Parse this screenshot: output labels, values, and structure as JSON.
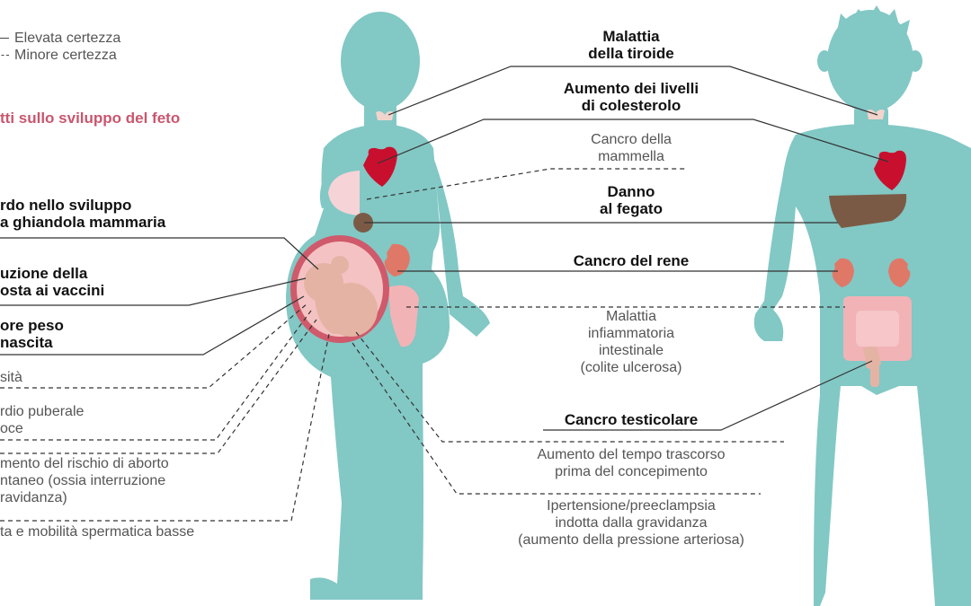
{
  "legend": {
    "high": "Elevata certezza",
    "low": "Minore certezza"
  },
  "fetal_section_title": "tti sullo sviluppo del feto",
  "labels_left": {
    "mammary": [
      "rdo nello sviluppo",
      "a ghiandola mammaria"
    ],
    "vaccines": [
      "uzione della",
      "osta ai vaccini"
    ],
    "weight": [
      "ore peso",
      "nascita"
    ],
    "obesity": [
      "sità"
    ],
    "puberty": [
      "rdio puberale",
      "oce"
    ],
    "miscarriage": [
      "mento del rischio di aborto",
      "ntaneo (ossia interruzione",
      "ravidanza)"
    ],
    "sperm": [
      "ta e mobilità spermatica basse"
    ]
  },
  "labels_center": {
    "thyroid": [
      "Malattia",
      "della tiroide"
    ],
    "cholesterol": [
      "Aumento dei livelli",
      "di colesterolo"
    ],
    "breast_cancer": [
      "Cancro della",
      "mammella"
    ],
    "liver": [
      "Danno",
      "al fegato"
    ],
    "kidney": [
      "Cancro del rene"
    ],
    "ibd": [
      "Malattia",
      "infiammatoria",
      "intestinale",
      "(colite ulcerosa)"
    ],
    "testicular": [
      "Cancro testicolare"
    ],
    "conception": [
      "Aumento del tempo trascorso",
      "prima del concepimento"
    ],
    "hypertension": [
      "Ipertensione/preeclampsia",
      "indotta dalla gravidanza",
      "(aumento della pressione arteriosa)"
    ]
  },
  "colors": {
    "body": "#82c8c5",
    "heart": "#c8102e",
    "liver": "#7b5a45",
    "kidney": "#e07868",
    "uterus": "#cf5a6b",
    "fetus": "#e5b3a4",
    "breast": "#f6d3d6",
    "intestine": "#f2b3b6",
    "line": "#333333",
    "fetal_text": "#c9566e"
  }
}
